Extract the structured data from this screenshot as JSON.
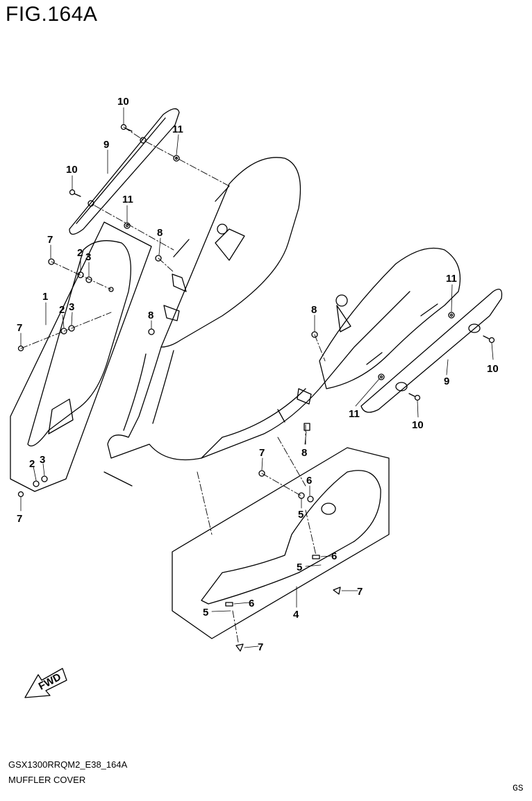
{
  "title": "FIG.164A",
  "model_code": "GSX1300RRQM2_E38_164A",
  "diagram_name": "MUFFLER COVER",
  "region_code": "GS",
  "fwd_label": "FWD",
  "callouts": [
    {
      "id": "c1",
      "text": "10"
    },
    {
      "id": "c2",
      "text": "11"
    },
    {
      "id": "c3",
      "text": "9"
    },
    {
      "id": "c4",
      "text": "10"
    },
    {
      "id": "c5",
      "text": "11"
    },
    {
      "id": "c6",
      "text": "7"
    },
    {
      "id": "c7",
      "text": "8"
    },
    {
      "id": "c8",
      "text": "2"
    },
    {
      "id": "c9",
      "text": "3"
    },
    {
      "id": "c10",
      "text": "1"
    },
    {
      "id": "c11",
      "text": "2"
    },
    {
      "id": "c12",
      "text": "3"
    },
    {
      "id": "c13",
      "text": "7"
    },
    {
      "id": "c14",
      "text": "8"
    },
    {
      "id": "c15",
      "text": "8"
    },
    {
      "id": "c16",
      "text": "11"
    },
    {
      "id": "c17",
      "text": "10"
    },
    {
      "id": "c18",
      "text": "9"
    },
    {
      "id": "c19",
      "text": "11"
    },
    {
      "id": "c20",
      "text": "10"
    },
    {
      "id": "c21",
      "text": "8"
    },
    {
      "id": "c22",
      "text": "7"
    },
    {
      "id": "c23",
      "text": "2"
    },
    {
      "id": "c24",
      "text": "3"
    },
    {
      "id": "c25",
      "text": "7"
    },
    {
      "id": "c26",
      "text": "6"
    },
    {
      "id": "c27",
      "text": "5"
    },
    {
      "id": "c28",
      "text": "6"
    },
    {
      "id": "c29",
      "text": "5"
    },
    {
      "id": "c30",
      "text": "7"
    },
    {
      "id": "c31",
      "text": "6"
    },
    {
      "id": "c32",
      "text": "5"
    },
    {
      "id": "c33",
      "text": "4"
    },
    {
      "id": "c34",
      "text": "7"
    }
  ]
}
